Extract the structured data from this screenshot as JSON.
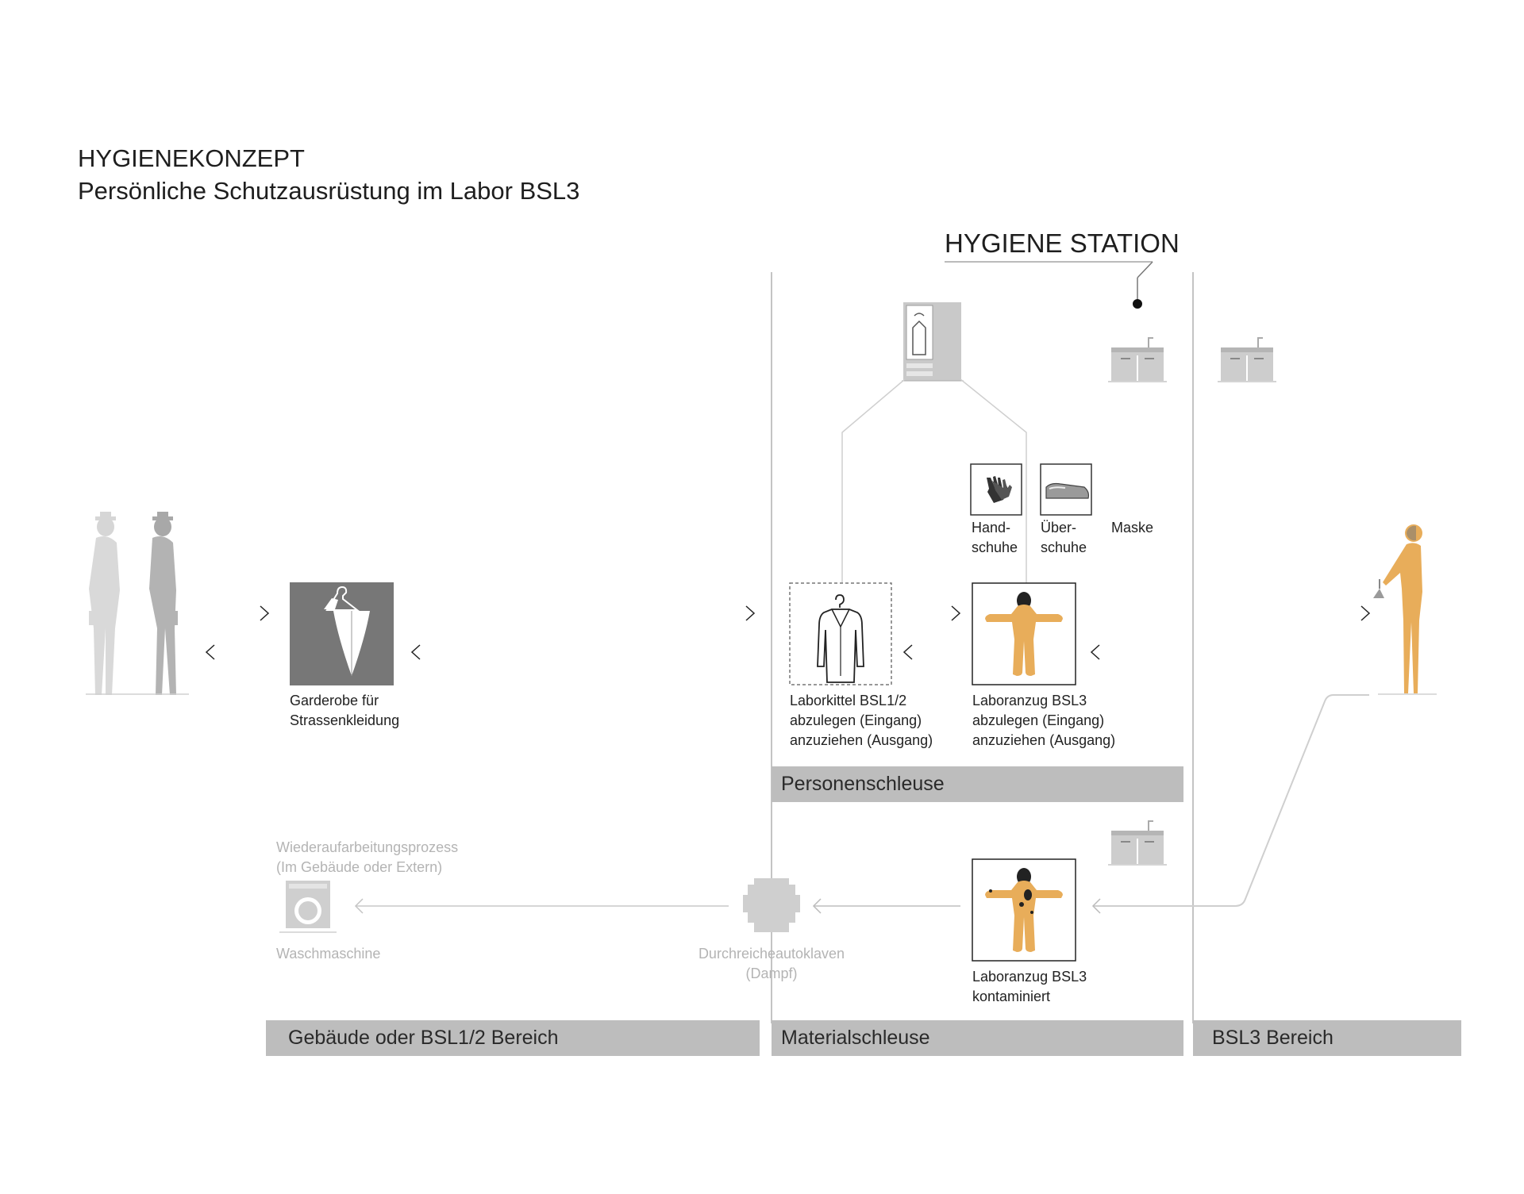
{
  "header": {
    "title": "HYGIENEKONZEPT",
    "subtitle": "Persönliche Schutzausrüstung im Labor BSL3"
  },
  "hygiene_station": {
    "title": "HYGIENE STATION"
  },
  "items": {
    "gloves": "Hand-\nschuhe",
    "overshoes": "Über-\nschuhe",
    "mask": "Maske",
    "garderobe": "Garderobe für\nStrassenkleidung",
    "labcoat": "Laborkittel BSL1/2\nabzulegen (Eingang)\nanzuziehen (Ausgang)",
    "suit": "Laboranzug BSL3\nabzulegen (Eingang)\nanzuziehen (Ausgang)",
    "suit_contaminated": "Laboranzug BSL3\nkontaminiert",
    "reprocessing": "Wiederaufarbeitungsprozess\n(Im Gebäude oder Extern)",
    "washing_machine": "Waschmaschine",
    "autoclave": "Durchreicheautoklaven\n(Dampf)"
  },
  "zones": {
    "personnel_lock": "Personenschleuse",
    "building": "Gebäude oder BSL1/2 Bereich",
    "material_lock": "Materialschleuse",
    "bsl3": "BSL3 Bereich"
  },
  "colors": {
    "suit_orange": "#e8ad5a",
    "zone_gray": "#bdbdbd",
    "icon_dark_gray": "#7a7a7a",
    "light_gray": "#cfcfcf"
  }
}
